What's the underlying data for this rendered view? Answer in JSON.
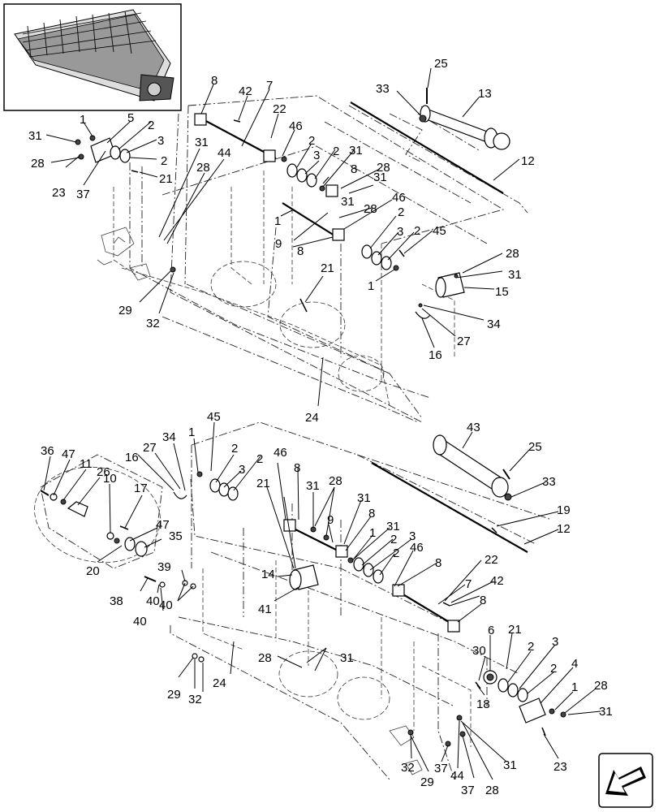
{
  "callouts": [
    {
      "id": "c25a",
      "text": "25"
    },
    {
      "id": "c33a",
      "text": "33"
    },
    {
      "id": "c13",
      "text": "13"
    },
    {
      "id": "c8a",
      "text": "8"
    },
    {
      "id": "c42a",
      "text": "42"
    },
    {
      "id": "c7a",
      "text": "7"
    },
    {
      "id": "c22a",
      "text": "22"
    },
    {
      "id": "c46a",
      "text": "46"
    },
    {
      "id": "c12a",
      "text": "12"
    },
    {
      "id": "c1a",
      "text": "1"
    },
    {
      "id": "c5",
      "text": "5"
    },
    {
      "id": "c2a",
      "text": "2"
    },
    {
      "id": "c31a",
      "text": "31"
    },
    {
      "id": "c3a",
      "text": "3"
    },
    {
      "id": "c28a",
      "text": "28"
    },
    {
      "id": "c2b",
      "text": "2"
    },
    {
      "id": "c23a",
      "text": "23"
    },
    {
      "id": "c37a",
      "text": "37"
    },
    {
      "id": "c21a",
      "text": "21"
    },
    {
      "id": "c31b",
      "text": "31"
    },
    {
      "id": "c44a",
      "text": "44"
    },
    {
      "id": "c28b",
      "text": "28"
    },
    {
      "id": "c2c",
      "text": "2"
    },
    {
      "id": "c3b",
      "text": "3"
    },
    {
      "id": "c31c",
      "text": "31"
    },
    {
      "id": "c2d",
      "text": "2"
    },
    {
      "id": "c8b",
      "text": "8"
    },
    {
      "id": "c28c",
      "text": "28"
    },
    {
      "id": "c31d",
      "text": "31"
    },
    {
      "id": "c31e",
      "text": "31"
    },
    {
      "id": "c1b",
      "text": "1"
    },
    {
      "id": "c28d",
      "text": "28"
    },
    {
      "id": "c46b",
      "text": "46"
    },
    {
      "id": "c2e",
      "text": "2"
    },
    {
      "id": "c9a",
      "text": "9"
    },
    {
      "id": "c3c",
      "text": "3"
    },
    {
      "id": "c2f",
      "text": "2"
    },
    {
      "id": "c45a",
      "text": "45"
    },
    {
      "id": "c8c",
      "text": "8"
    },
    {
      "id": "c1c",
      "text": "1"
    },
    {
      "id": "c28e",
      "text": "28"
    },
    {
      "id": "c31f",
      "text": "31"
    },
    {
      "id": "c15",
      "text": "15"
    },
    {
      "id": "c21b",
      "text": "21"
    },
    {
      "id": "c29a",
      "text": "29"
    },
    {
      "id": "c32a",
      "text": "32"
    },
    {
      "id": "c34a",
      "text": "34"
    },
    {
      "id": "c27a",
      "text": "27"
    },
    {
      "id": "c16a",
      "text": "16"
    },
    {
      "id": "c24a",
      "text": "24"
    },
    {
      "id": "c43",
      "text": "43"
    },
    {
      "id": "c25b",
      "text": "25"
    },
    {
      "id": "c33b",
      "text": "33"
    },
    {
      "id": "c19",
      "text": "19"
    },
    {
      "id": "c12b",
      "text": "12"
    },
    {
      "id": "c1d",
      "text": "1"
    },
    {
      "id": "c45b",
      "text": "45"
    },
    {
      "id": "c2g",
      "text": "2"
    },
    {
      "id": "c3d",
      "text": "3"
    },
    {
      "id": "c2h",
      "text": "2"
    },
    {
      "id": "c46c",
      "text": "46"
    },
    {
      "id": "c8d",
      "text": "8"
    },
    {
      "id": "c31g",
      "text": "31"
    },
    {
      "id": "c28f",
      "text": "28"
    },
    {
      "id": "c9b",
      "text": "9"
    },
    {
      "id": "c31h",
      "text": "31"
    },
    {
      "id": "c8e",
      "text": "8"
    },
    {
      "id": "c31i",
      "text": "31"
    },
    {
      "id": "c1e",
      "text": "1"
    },
    {
      "id": "c2i",
      "text": "2"
    },
    {
      "id": "c3e",
      "text": "3"
    },
    {
      "id": "c2j",
      "text": "2"
    },
    {
      "id": "c46d",
      "text": "46"
    },
    {
      "id": "c8f",
      "text": "8"
    },
    {
      "id": "c22b",
      "text": "22"
    },
    {
      "id": "c7b",
      "text": "7"
    },
    {
      "id": "c42b",
      "text": "42"
    },
    {
      "id": "c8g",
      "text": "8"
    },
    {
      "id": "c36",
      "text": "36"
    },
    {
      "id": "c47a",
      "text": "47"
    },
    {
      "id": "c11",
      "text": "11"
    },
    {
      "id": "c26",
      "text": "26"
    },
    {
      "id": "c10",
      "text": "10"
    },
    {
      "id": "c17",
      "text": "17"
    },
    {
      "id": "c16b",
      "text": "16"
    },
    {
      "id": "c27b",
      "text": "27"
    },
    {
      "id": "c34b",
      "text": "34"
    },
    {
      "id": "c47b",
      "text": "47"
    },
    {
      "id": "c35",
      "text": "35"
    },
    {
      "id": "c20",
      "text": "20"
    },
    {
      "id": "c21c",
      "text": "21"
    },
    {
      "id": "c14",
      "text": "14"
    },
    {
      "id": "c41",
      "text": "41"
    },
    {
      "id": "c39",
      "text": "39"
    },
    {
      "id": "c38",
      "text": "38"
    },
    {
      "id": "c40a",
      "text": "40"
    },
    {
      "id": "c40b",
      "text": "40"
    },
    {
      "id": "c40c",
      "text": "40"
    },
    {
      "id": "c29b",
      "text": "29"
    },
    {
      "id": "c32b",
      "text": "32"
    },
    {
      "id": "c24b",
      "text": "24"
    },
    {
      "id": "c28g",
      "text": "28"
    },
    {
      "id": "c31j",
      "text": "31"
    },
    {
      "id": "c6",
      "text": "6"
    },
    {
      "id": "c21d",
      "text": "21"
    },
    {
      "id": "c30",
      "text": "30"
    },
    {
      "id": "c2k",
      "text": "2"
    },
    {
      "id": "c3f",
      "text": "3"
    },
    {
      "id": "c2l",
      "text": "2"
    },
    {
      "id": "c4",
      "text": "4"
    },
    {
      "id": "c28h",
      "text": "28"
    },
    {
      "id": "c1f",
      "text": "1"
    },
    {
      "id": "c31k",
      "text": "31"
    },
    {
      "id": "c18",
      "text": "18"
    },
    {
      "id": "c23b",
      "text": "23"
    },
    {
      "id": "c31l",
      "text": "31"
    },
    {
      "id": "c32c",
      "text": "32"
    },
    {
      "id": "c29c",
      "text": "29"
    },
    {
      "id": "c37b",
      "text": "37"
    },
    {
      "id": "c44b",
      "text": "44"
    },
    {
      "id": "c37c",
      "text": "37"
    },
    {
      "id": "c28i",
      "text": "28"
    }
  ],
  "icons": {
    "thumbnail": "header-thumbnail-icon",
    "nav": "previous-page-arrow-icon"
  }
}
